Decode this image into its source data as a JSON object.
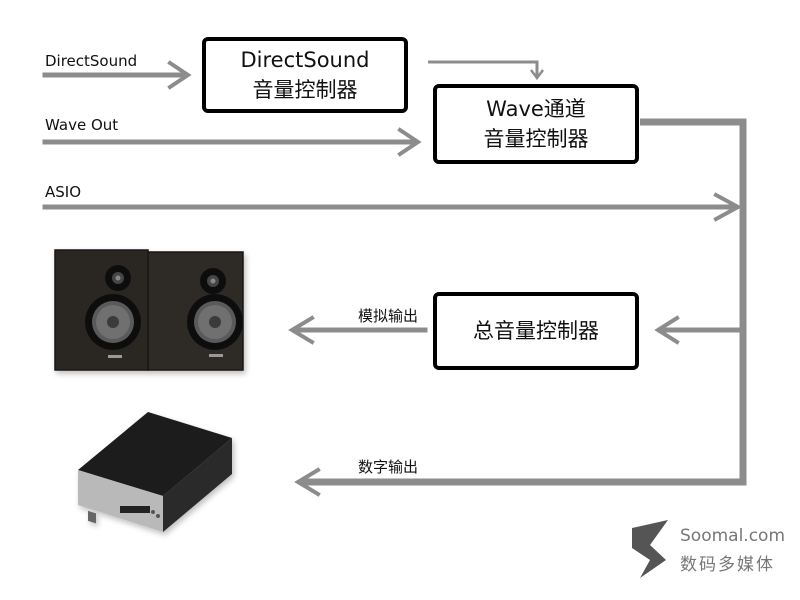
{
  "inputs": {
    "directsound": "DirectSound",
    "wave_out": "Wave Out",
    "asio": "ASIO"
  },
  "boxes": {
    "directsound_controller": {
      "line1": "DirectSound",
      "line2": "音量控制器"
    },
    "wave_controller": {
      "line1": "Wave通道",
      "line2": "音量控制器"
    },
    "master_controller": {
      "line1": "总音量控制器"
    }
  },
  "outputs": {
    "analog": "模拟输出",
    "digital": "数字输出"
  },
  "brand": {
    "name": "Soomal.com",
    "subtitle": "数码多媒体"
  },
  "colors": {
    "arrow": "#8c8c8c",
    "box_border": "#000000",
    "speaker_wood": "#2b2622",
    "dac_body": "#1c1c1c",
    "dac_front": "#b9b9b9",
    "brand_logo": "#555555"
  }
}
